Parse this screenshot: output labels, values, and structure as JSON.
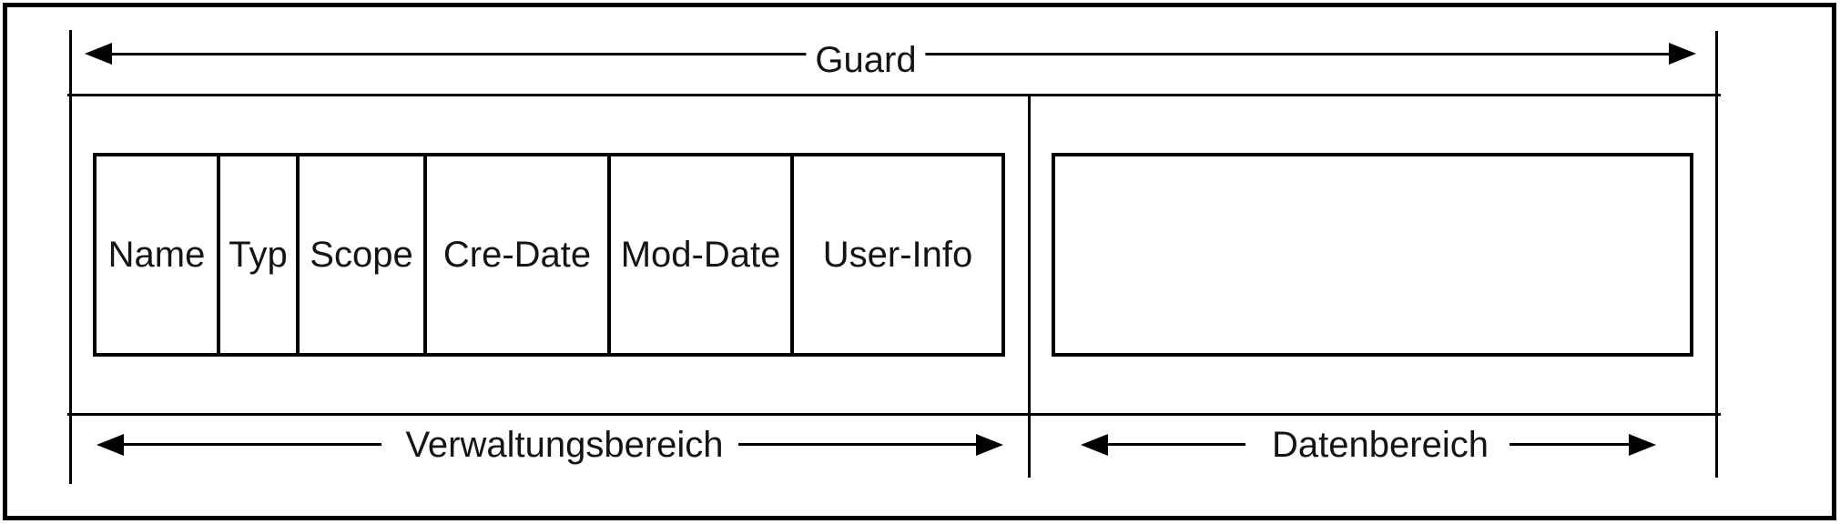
{
  "diagram": {
    "guard_label": "Guard",
    "fields_table": {
      "headers": [
        "Name",
        "Typ",
        "Scope",
        "Cre-Date",
        "Mod-Date",
        "User-Info"
      ]
    },
    "regions": {
      "admin_label": "Verwaltungsbereich",
      "data_label": "Datenbereich"
    },
    "colors": {
      "line": "#000000",
      "text": "#141414",
      "background": "#ffffff"
    }
  }
}
